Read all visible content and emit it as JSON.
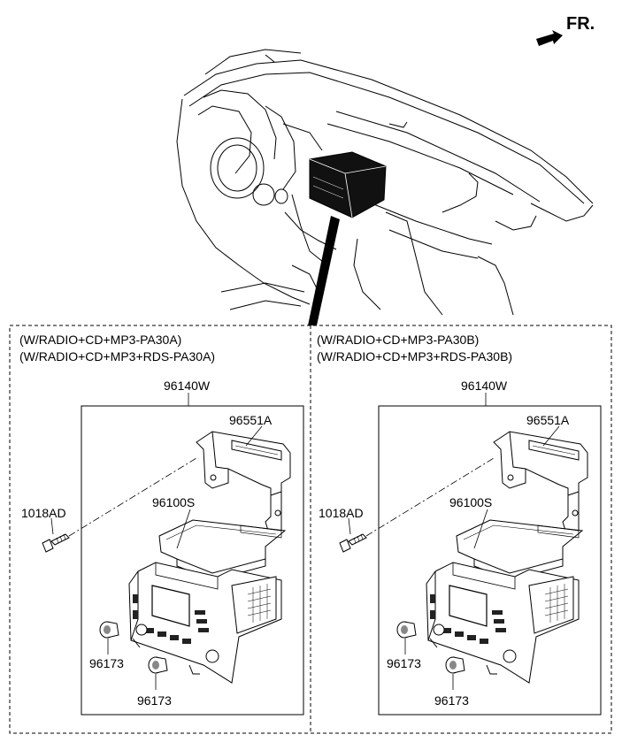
{
  "header": {
    "direction_label": "FR."
  },
  "variants": [
    {
      "spec_line1": "(W/RADIO+CD+MP3-PA30A)",
      "spec_line2": "(W/RADIO+CD+MP3+RDS-PA30A)",
      "assembly_code": "96140W",
      "bracket_code": "96551A",
      "chassis_code": "96100S",
      "screw_code": "1018AD",
      "knob_code_1": "96173",
      "knob_code_2": "96173"
    },
    {
      "spec_line1": "(W/RADIO+CD+MP3-PA30B)",
      "spec_line2": "(W/RADIO+CD+MP3+RDS-PA30B)",
      "assembly_code": "96140W",
      "bracket_code": "96551A",
      "chassis_code": "96100S",
      "screw_code": "1018AD",
      "knob_code_1": "96173",
      "knob_code_2": "96173"
    }
  ]
}
